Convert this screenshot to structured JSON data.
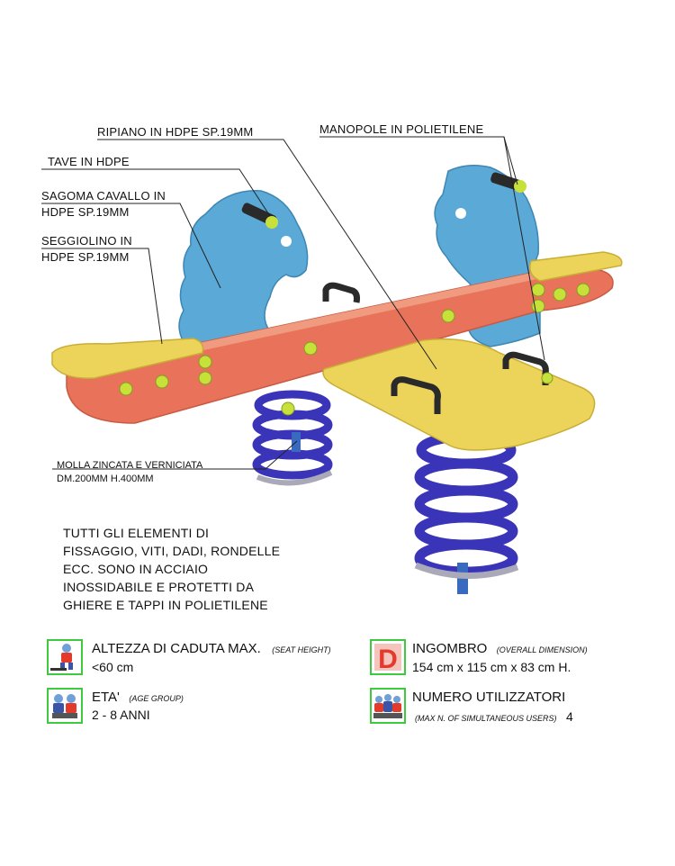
{
  "callouts": {
    "ripiano": "RIPIANO IN HDPE SP.19MM",
    "manopole": "MANOPOLE IN POLIETILENE",
    "tave": "TAVE IN HDPE",
    "sagoma_line1": "SAGOMA CAVALLO IN",
    "sagoma_line2": "HDPE SP.19MM",
    "seggiolino_line1": "SEGGIOLINO IN",
    "seggiolino_line2": "HDPE SP.19MM",
    "molla_line1": "MOLLA ZINCATA E VERNICIATA",
    "molla_line2": "DM.200MM H.400MM"
  },
  "note": {
    "lines": [
      "TUTTI GLI ELEMENTI DI",
      "FISSAGGIO, VITI, DADI, RONDELLE",
      "ECC. SONO IN ACCIAIO",
      "INOSSIDABILE E PROTETTI DA",
      "GHIERE E TAPPI IN POLIETILENE"
    ]
  },
  "specs": {
    "fall_height": {
      "title": "ALTEZZA DI CADUTA MAX.",
      "subtitle": "(SEAT HEIGHT)",
      "value": "<60 cm"
    },
    "overall_dimension": {
      "title": "INGOMBRO",
      "subtitle": "(OVERALL DIMENSION)",
      "value": "154 cm x 115 cm x 83 cm H.",
      "icon_letter": "D"
    },
    "age_group": {
      "title": "ETA'",
      "subtitle": "(AGE GROUP)",
      "value": "2 - 8 ANNI"
    },
    "users": {
      "title": "NUMERO UTILIZZATORI",
      "subtitle": "(MAX N. OF SIMULTANEOUS USERS)",
      "value": "4"
    }
  },
  "colors": {
    "beam": "#e8735a",
    "seat": "#ecd35a",
    "horse": "#5aa9d6",
    "spring": "#3a34b8",
    "bolt": "#c8e03a",
    "icon_border": "#3ec93e",
    "icon_red": "#e33b2b"
  }
}
